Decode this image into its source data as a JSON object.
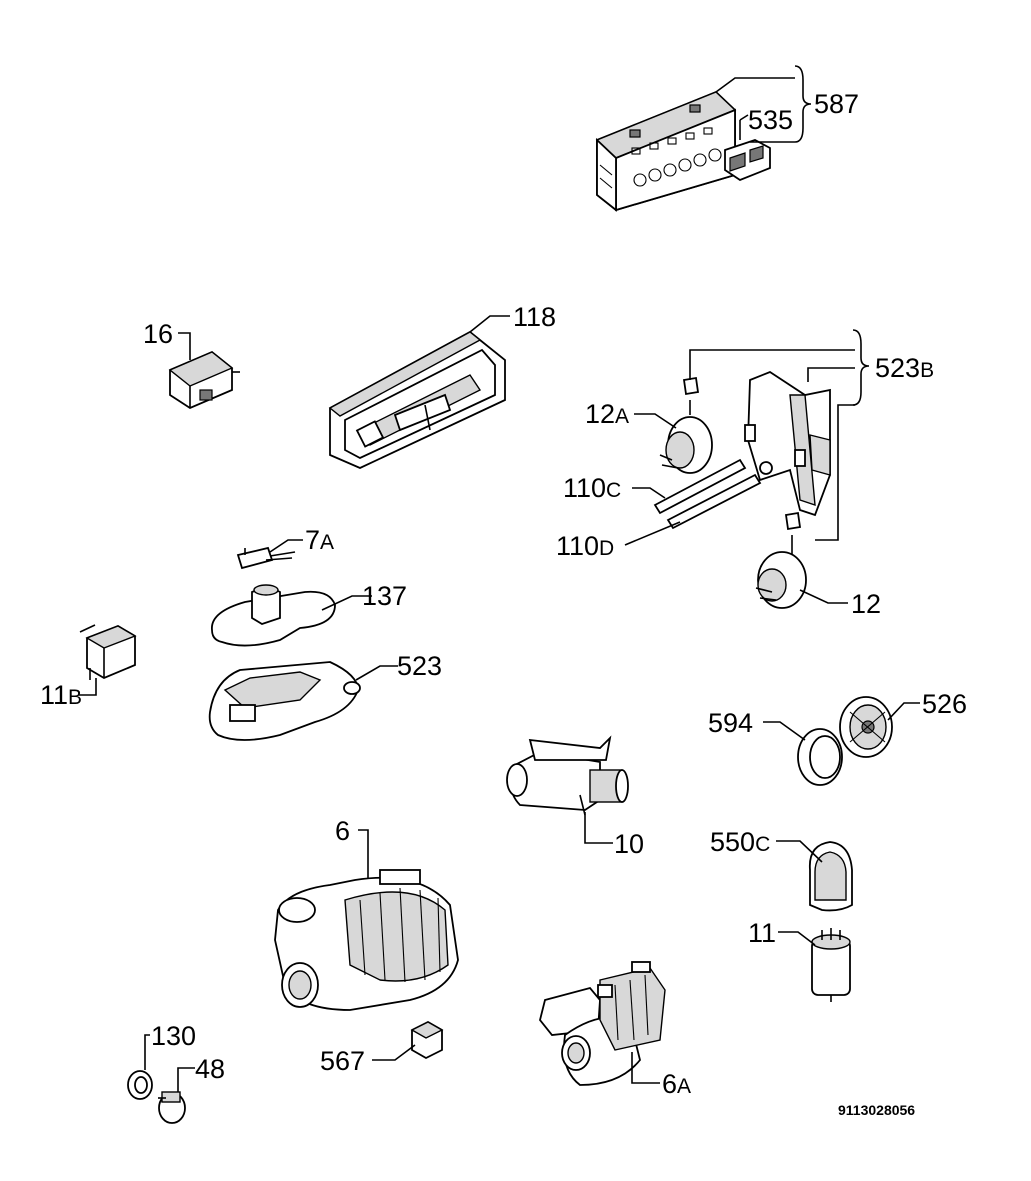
{
  "labels": {
    "l587": "587",
    "l535": "535",
    "l118": "118",
    "l16": "16",
    "l523b": {
      "num": "523",
      "suf": "B"
    },
    "l12a": {
      "num": "12",
      "suf": "A"
    },
    "l110c": {
      "num": "110",
      "suf": "C"
    },
    "l110d": {
      "num": "110",
      "suf": "D"
    },
    "l12": "12",
    "l7a": {
      "num": "7",
      "suf": "A"
    },
    "l137": "137",
    "l11b": {
      "num": "11",
      "suf": "B"
    },
    "l523": "523",
    "l594": "594",
    "l526": "526",
    "l10": "10",
    "l550c": {
      "num": "550",
      "suf": "C"
    },
    "l6": "6",
    "l11": "11",
    "l130": "130",
    "l48": "48",
    "l567": "567",
    "l6a": {
      "num": "6",
      "suf": "A"
    }
  },
  "drawing_code": "9113028056",
  "colors": {
    "line": "#000000",
    "shade": "#d8d8d8",
    "background": "#ffffff"
  }
}
